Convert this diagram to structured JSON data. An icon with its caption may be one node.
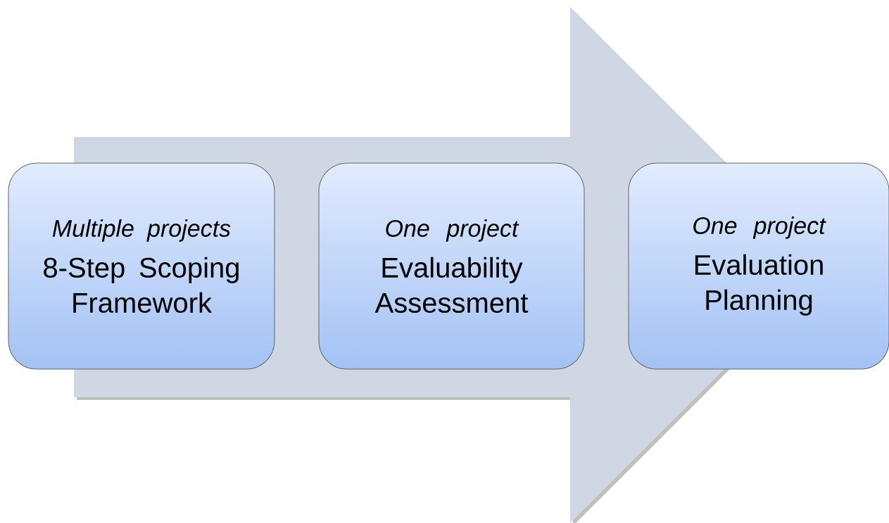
{
  "diagram": {
    "nodes": [
      {
        "text": [
          "Multiple projects",
          "8-Step Scoping Framework"
        ]
      },
      {
        "text": [
          "One project",
          "Evaluability Assessment"
        ]
      },
      {
        "text": [
          "One project",
          "Evaluation Planning"
        ]
      }
    ],
    "edges": [
      {
        "from": 0,
        "to": 2,
        "arrow": "to"
      }
    ]
  }
}
